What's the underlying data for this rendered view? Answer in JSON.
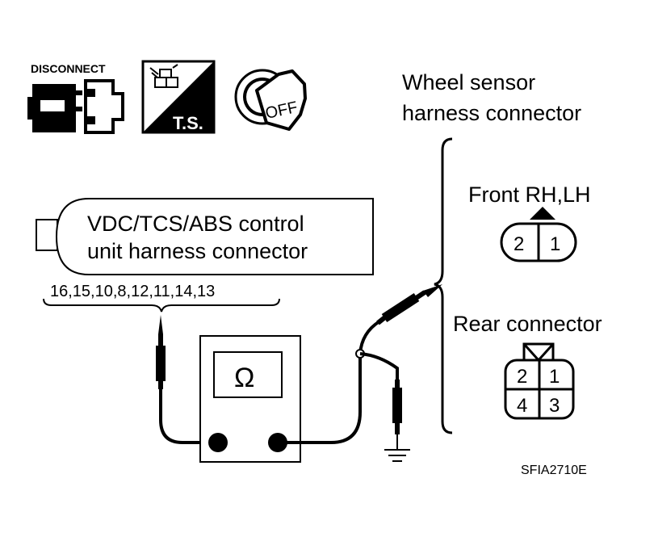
{
  "icons": {
    "disconnect_label": "DISCONNECT",
    "ts_label": "T.S.",
    "key_label": "OFF",
    "names": [
      "disconnect-connector-icon",
      "test-step-icon",
      "ignition-key-off-icon"
    ]
  },
  "control_unit": {
    "line1": "VDC/TCS/ABS  control",
    "line2": "unit harness connector",
    "terminals": "16,15,10,8,12,11,14,13"
  },
  "meter": {
    "symbol": "Ω",
    "icon": "ohmmeter-icon"
  },
  "wheel_sensor": {
    "line1": "Wheel sensor",
    "line2": "harness connector"
  },
  "front": {
    "label": "Front RH,LH",
    "pins": [
      "2",
      "1"
    ]
  },
  "rear": {
    "label": "Rear connector",
    "pins": [
      "2",
      "1",
      "4",
      "3"
    ]
  },
  "figure_code": "SFIA2710E"
}
